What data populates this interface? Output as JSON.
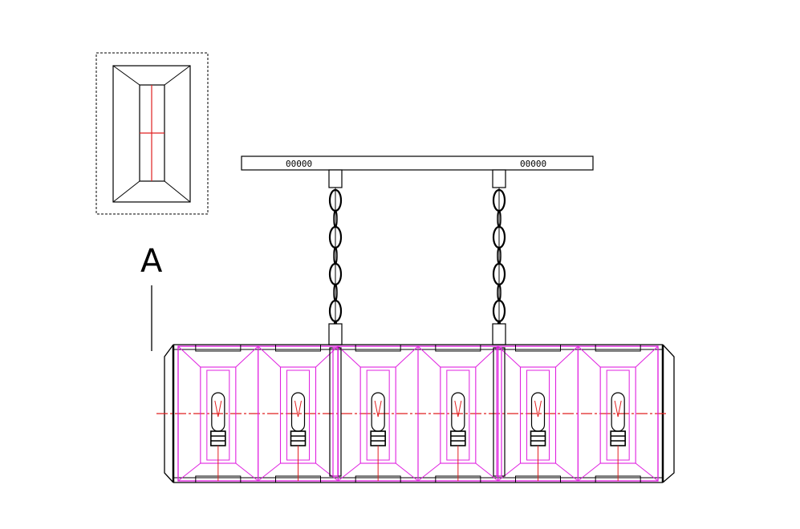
{
  "colors": {
    "line": "#000000",
    "frame": "#e020e0",
    "center": "#e02020",
    "background": "#ffffff"
  },
  "canopy": {
    "label_left": "00000",
    "label_right": "00000"
  },
  "detail": {
    "callout": "A"
  },
  "fixture": {
    "bulb_count": 6,
    "chain_count": 2,
    "chain_links_per_chain": 4
  }
}
